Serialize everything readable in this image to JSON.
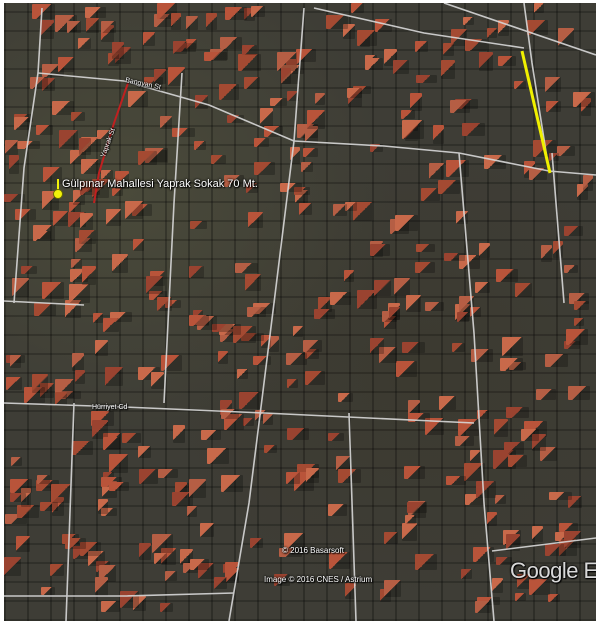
{
  "map": {
    "pin_label": "Gülpınar Mahallesi Yaprak Sokak 70 Mt.",
    "streets": {
      "bangvan": "Bangvan St",
      "yaprak": "Yaprak St",
      "hurriyet": "Hürriyet Cd"
    },
    "copyright_1": "© 2016 Basarsoft",
    "copyright_2": "Image © 2016 CNES / Astrium",
    "brand": "Google Earth",
    "colors": {
      "roof": "#b9543a",
      "road": "#d8d8d8",
      "highlight_road": "#f0f000",
      "route": "#c02020",
      "pin": "#f2f20a"
    }
  }
}
